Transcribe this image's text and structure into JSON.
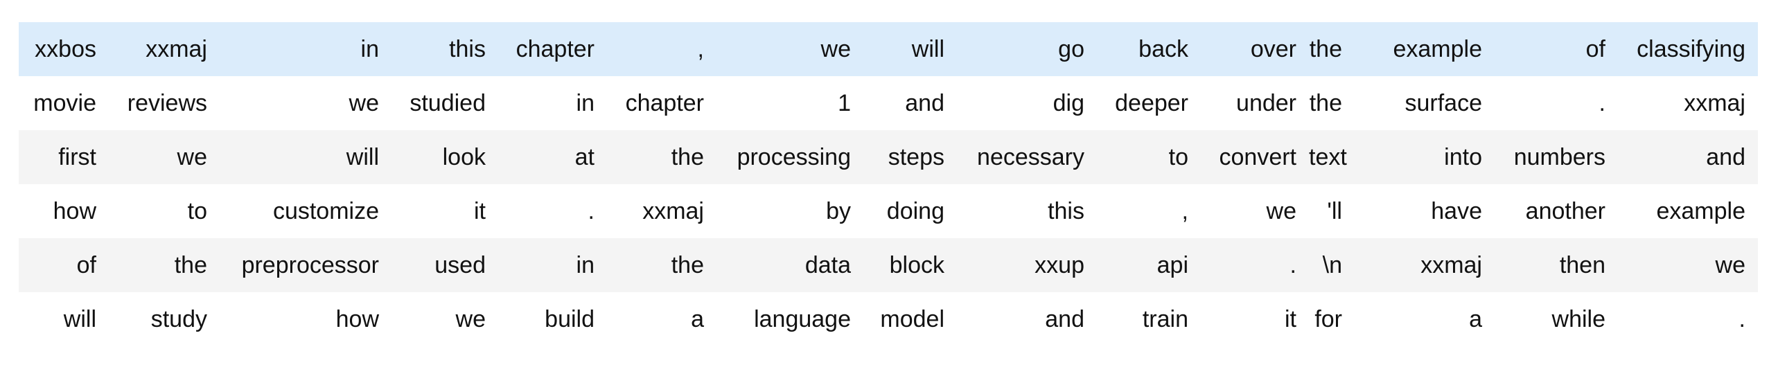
{
  "table": {
    "rows": [
      [
        "xxbos",
        "xxmaj",
        "in",
        "this",
        "chapter",
        ",",
        "we",
        "will",
        "go",
        "back",
        "over",
        "the",
        "example",
        "of",
        "classifying"
      ],
      [
        "movie",
        "reviews",
        "we",
        "studied",
        "in",
        "chapter",
        "1",
        "and",
        "dig",
        "deeper",
        "under",
        "the",
        "surface",
        ".",
        "xxmaj"
      ],
      [
        "first",
        "we",
        "will",
        "look",
        "at",
        "the",
        "processing",
        "steps",
        "necessary",
        "to",
        "convert",
        "text",
        "into",
        "numbers",
        "and"
      ],
      [
        "how",
        "to",
        "customize",
        "it",
        ".",
        "xxmaj",
        "by",
        "doing",
        "this",
        ",",
        "we",
        "'ll",
        "have",
        "another",
        "example"
      ],
      [
        "of",
        "the",
        "preprocessor",
        "used",
        "in",
        "the",
        "data",
        "block",
        "xxup",
        "api",
        ".",
        "\\n",
        "xxmaj",
        "then",
        "we"
      ],
      [
        "will",
        "study",
        "how",
        "we",
        "build",
        "a",
        "language",
        "model",
        "and",
        "train",
        "it",
        "for",
        "a",
        "while",
        "."
      ]
    ]
  },
  "colors": {
    "header_row_bg": "#dbecfb",
    "alt_row_bg": "#f4f4f4",
    "text": "#111111"
  }
}
